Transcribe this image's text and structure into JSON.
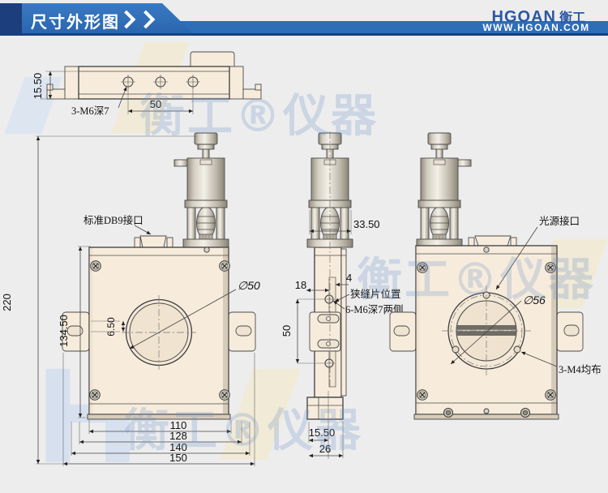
{
  "header": {
    "title": "尺寸外形图",
    "brand": "HGOAN",
    "brand_cn": "衡工",
    "website": "WWW.HGOAN.COM",
    "colors": {
      "banner": "#2e6db7",
      "banner_dark": "#17407e",
      "logo_blue": "#2b57a4"
    }
  },
  "watermark": {
    "text": "衡工®仪器",
    "color": "#d9e2ef"
  },
  "views": {
    "top": {
      "dim_height": "15.50",
      "dim_hole_spacing": "50",
      "label_holes": "3-M6深7"
    },
    "front": {
      "label_db9": "标准DB9接口",
      "dim_total_height": "220",
      "dim_body_height": "134.50",
      "dim_slot_offset": "6.50",
      "dim_aperture": "∅50",
      "dim_width_inner": "110",
      "dim_width_mid": "128",
      "dim_width_outer": "140",
      "dim_width_overall": "150"
    },
    "side": {
      "dim_micrometer_width": "33.50",
      "dim_slit_offset": "18",
      "dim_slit_width": "4",
      "label_slit": "狭缝片位置",
      "label_holes": "6-M6深7两侧",
      "dim_hole_spacing": "50",
      "dim_base_offset": "15.50",
      "dim_depth": "26"
    },
    "back": {
      "label_light_port": "光源接口",
      "dim_aperture": "∅56",
      "label_holes": "3-M4均布"
    }
  }
}
